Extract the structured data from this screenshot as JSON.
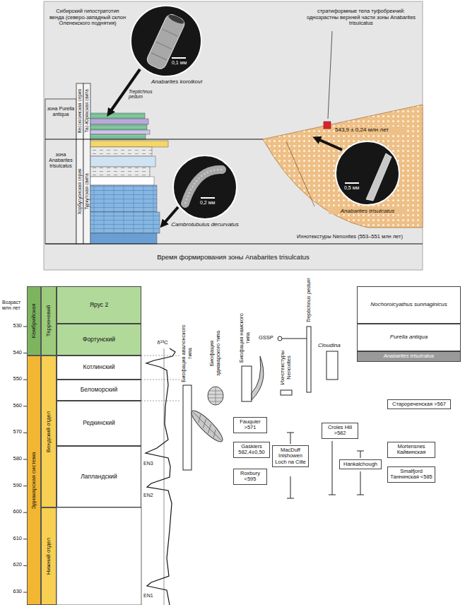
{
  "diagram": {
    "nodes": [
      {
        "text": [
          "Кембрийская"
        ]
      },
      {
        "text": [
          "Эдиакарская система"
        ]
      },
      {
        "text": [
          "Терреневий"
        ]
      },
      {
        "text": [
          "Вендский отдел"
        ]
      },
      {
        "text": [
          "Нижний отдел"
        ]
      },
      {
        "text": [
          "Ярус 2"
        ]
      },
      {
        "text": [
          "Фортунский"
        ]
      },
      {
        "text": [
          "Котлинский"
        ]
      },
      {
        "text": [
          "Беломорский"
        ]
      },
      {
        "text": [
          "Редкинский"
        ]
      },
      {
        "text": [
          "Лапландский"
        ]
      },
      {
        "text": [
          "Nochoroicyathus sunnaginicus"
        ]
      },
      {
        "text": [
          "Purella antiqua"
        ]
      },
      {
        "text": [
          "Anabarites trisulcatus"
        ]
      },
      {
        "text": [
          "Старореченская >567"
        ]
      },
      {
        "text": [
          "Fauquier >571"
        ]
      },
      {
        "text": [
          "Croles Hill >582"
        ]
      },
      {
        "text": [
          "Gaskiers 582,4±0,50"
        ]
      },
      {
        "text": [
          "MacDuff Inishowen Loch na Cille"
        ]
      },
      {
        "text": [
          "Mortensnes Кайвинская"
        ]
      },
      {
        "text": [
          "Hankalchough"
        ]
      },
      {
        "text": [
          "Smalfjord Таннинская <585"
        ]
      },
      {
        "text": [
          "Roxbury <595"
        ]
      }
    ],
    "labels": [
      "Сибирский гипостратотип венда (северо-западный склон Оленекского поднятия)",
      "Treptichnus pedum",
      "0,1 мм",
      "Anabarites korolkovi",
      "зона Purella antiqua",
      "зона Anabarites trisulcatus",
      "Кессюсинская серия",
      "Хорбусуонская серия",
      "Тас-Юряхская свита",
      "Туркутская свита",
      "стратиформные тела туфобрекчий: однозрастны верхней части зоны Anabarites trisulcatus",
      "543,9 ± 0,24 млн лет",
      "0,5 мм",
      "Anabarites trisulcatus",
      "0,2 мм",
      "Cambrotubulus decurvatus",
      "Ихнотекстуры Nenoxites (553–551 млн лет)",
      "Время формирования зоны Anabarites trisulcatus",
      "Возраст млн лет",
      "530",
      "540",
      "550",
      "560",
      "570",
      "580",
      "590",
      "600",
      "610",
      "620",
      "630",
      "δ¹³C",
      "EN3",
      "EN2",
      "EN1",
      "Биофация авалонского типа",
      "Биофация эдиакарского типа",
      "Биофация намского типа",
      "Treptichnus pedum",
      "GSSP",
      "Ихнотекстуры Nenoxites",
      "Cloudina"
    ]
  }
}
